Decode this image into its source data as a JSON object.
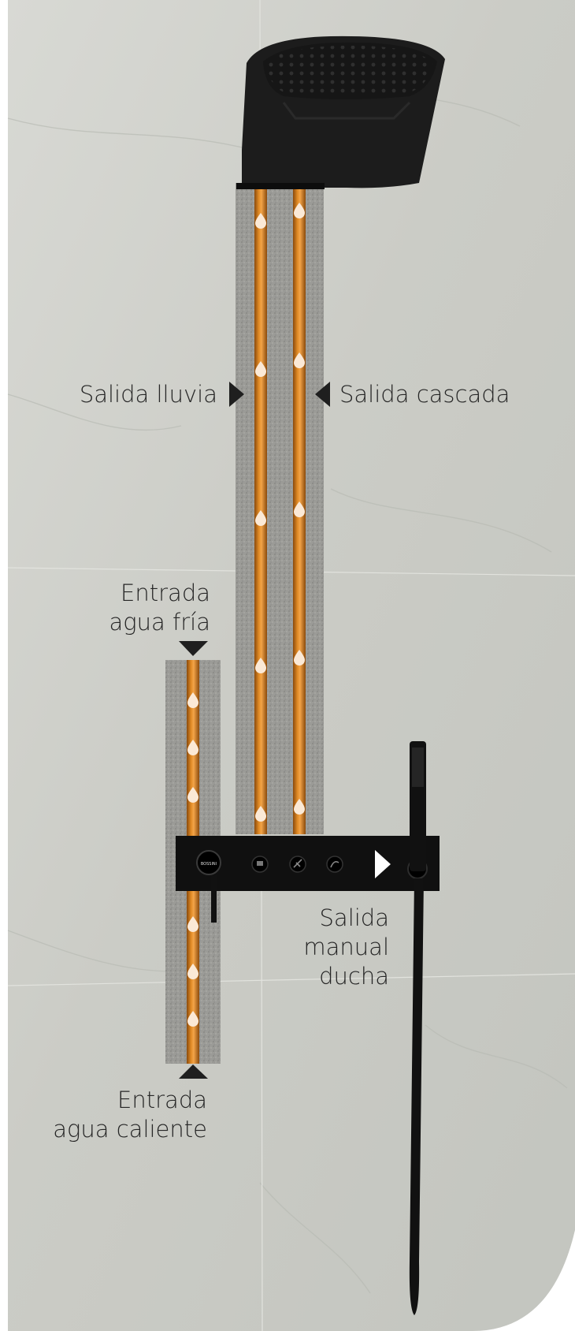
{
  "labels": {
    "rain_outlet": "Salida lluvia",
    "cascade_outlet": "Salida cascada",
    "cold_inlet": [
      "Entrada",
      "agua fría"
    ],
    "hot_inlet": [
      "Entrada",
      "agua caliente"
    ],
    "hand_shower_outlet": [
      "Salida",
      "manual",
      "ducha"
    ]
  },
  "colors": {
    "marble": "#cfd0cb",
    "channel": "#9a9a96",
    "copper": "#c77718",
    "fixture": "#111111",
    "text": "#262626",
    "drop": "#fbe9d6"
  },
  "icons": [
    "rain-shower-head-icon",
    "thermostat-knob-icon",
    "shower-selector-icon",
    "water-drop-icon",
    "arrow-icon"
  ]
}
